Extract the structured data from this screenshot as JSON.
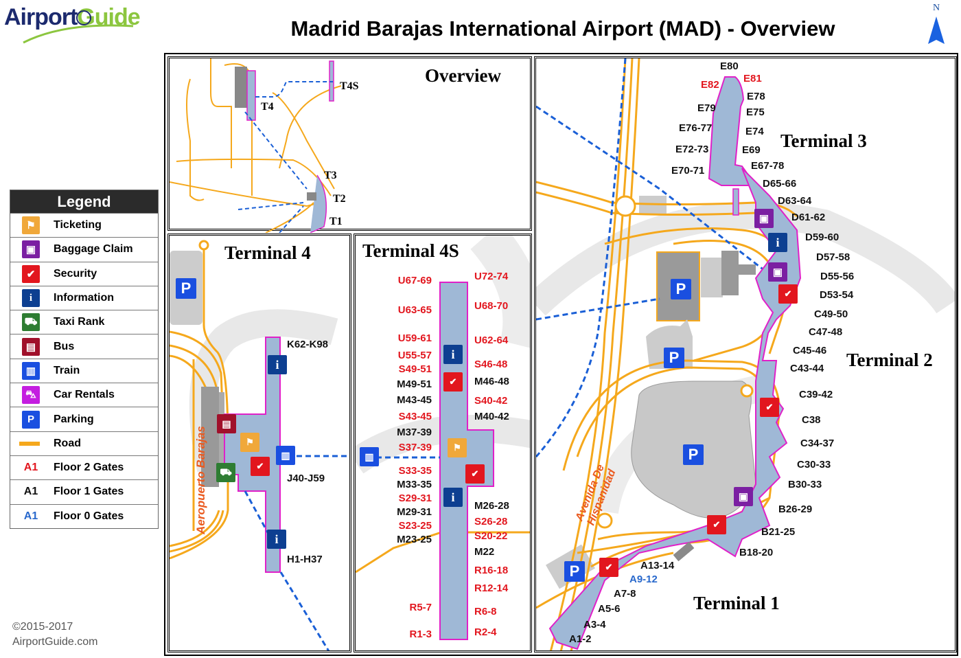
{
  "header": {
    "logo_part1": "Airport",
    "logo_part2": "Guide",
    "title": "Madrid Barajas International Airport (MAD) - Overview",
    "compass_label": "N"
  },
  "colors": {
    "terminal_fill": "#9fb8d6",
    "terminal_outline": "#e020c8",
    "road": "#f5a81c",
    "rail": "#1a5fd6",
    "floor2_gate": "#e2161e",
    "floor1_gate": "#111111",
    "floor0_gate": "#2868cc"
  },
  "legend": {
    "title": "Legend",
    "items": [
      {
        "label": "Ticketing",
        "icon": "ticketing-icon",
        "color": "#f0a83a",
        "glyph": "⚑"
      },
      {
        "label": "Baggage Claim",
        "icon": "baggage-icon",
        "color": "#7b1fa2",
        "glyph": "▣"
      },
      {
        "label": "Security",
        "icon": "security-icon",
        "color": "#e2161e",
        "glyph": "✔"
      },
      {
        "label": "Information",
        "icon": "info-icon",
        "color": "#0d3f91",
        "glyph": "i"
      },
      {
        "label": "Taxi Rank",
        "icon": "taxi-icon",
        "color": "#2e7d32",
        "glyph": "⛟"
      },
      {
        "label": "Bus",
        "icon": "bus-icon",
        "color": "#a0102a",
        "glyph": "▤"
      },
      {
        "label": "Train",
        "icon": "train-icon",
        "color": "#1a4fe0",
        "glyph": "▥"
      },
      {
        "label": "Car Rentals",
        "icon": "car-rental-icon",
        "color": "#c41ee0",
        "glyph": "⛍"
      },
      {
        "label": "Parking",
        "icon": "parking-icon",
        "color": "#1a4fe0",
        "glyph": "P"
      },
      {
        "label": "Road",
        "icon": "road-icon",
        "color": "#f5a81c",
        "glyph": ""
      }
    ],
    "gate_items": [
      {
        "sample": "A1",
        "label": "Floor 2 Gates",
        "color": "#e2161e"
      },
      {
        "sample": "A1",
        "label": "Floor 1 Gates",
        "color": "#111111"
      },
      {
        "sample": "A1",
        "label": "Floor 0 Gates",
        "color": "#2868cc"
      }
    ]
  },
  "overview_panel": {
    "title": "Overview",
    "labels": [
      "T4S",
      "T4",
      "T3",
      "T2",
      "T1"
    ]
  },
  "terminal4": {
    "title": "Terminal 4",
    "road_label": "Aeropuerto Barajas",
    "gates": [
      "K62-K98",
      "J40-J59",
      "H1-H37"
    ]
  },
  "terminal4s": {
    "title": "Terminal 4S",
    "left_gates": [
      {
        "label": "U67-69",
        "floor": 2
      },
      {
        "label": "U63-65",
        "floor": 2
      },
      {
        "label": "U59-61",
        "floor": 2
      },
      {
        "label": "U55-57",
        "floor": 2
      },
      {
        "label": "S49-51",
        "floor": 2
      },
      {
        "label": "M49-51",
        "floor": 1
      },
      {
        "label": "M43-45",
        "floor": 1
      },
      {
        "label": "S43-45",
        "floor": 2
      },
      {
        "label": "M37-39",
        "floor": 1
      },
      {
        "label": "S37-39",
        "floor": 2
      },
      {
        "label": "S33-35",
        "floor": 2
      },
      {
        "label": "M33-35",
        "floor": 1
      },
      {
        "label": "S29-31",
        "floor": 2
      },
      {
        "label": "M29-31",
        "floor": 1
      },
      {
        "label": "S23-25",
        "floor": 2
      },
      {
        "label": "M23-25",
        "floor": 1
      },
      {
        "label": "R5-7",
        "floor": 2
      },
      {
        "label": "R1-3",
        "floor": 2
      }
    ],
    "right_gates": [
      {
        "label": "U72-74",
        "floor": 2
      },
      {
        "label": "U68-70",
        "floor": 2
      },
      {
        "label": "U62-64",
        "floor": 2
      },
      {
        "label": "S46-48",
        "floor": 2
      },
      {
        "label": "M46-48",
        "floor": 1
      },
      {
        "label": "S40-42",
        "floor": 2
      },
      {
        "label": "M40-42",
        "floor": 1
      },
      {
        "label": "M26-28",
        "floor": 1
      },
      {
        "label": "S26-28",
        "floor": 2
      },
      {
        "label": "S20-22",
        "floor": 2
      },
      {
        "label": "M22",
        "floor": 1
      },
      {
        "label": "R16-18",
        "floor": 2
      },
      {
        "label": "R12-14",
        "floor": 2
      },
      {
        "label": "R6-8",
        "floor": 2
      },
      {
        "label": "R2-4",
        "floor": 2
      }
    ]
  },
  "terminals123": {
    "t3_title": "Terminal 3",
    "t2_title": "Terminal 2",
    "t1_title": "Terminal 1",
    "road_label_1": "Avenida De",
    "road_label_2": "Hispanidad",
    "gates": [
      {
        "label": "E80",
        "floor": 1
      },
      {
        "label": "E82",
        "floor": 2
      },
      {
        "label": "E81",
        "floor": 2
      },
      {
        "label": "E78",
        "floor": 1
      },
      {
        "label": "E79",
        "floor": 1
      },
      {
        "label": "E75",
        "floor": 1
      },
      {
        "label": "E76-77",
        "floor": 1
      },
      {
        "label": "E74",
        "floor": 1
      },
      {
        "label": "E72-73",
        "floor": 1
      },
      {
        "label": "E69",
        "floor": 1
      },
      {
        "label": "E70-71",
        "floor": 1
      },
      {
        "label": "E67-78",
        "floor": 1
      },
      {
        "label": "D65-66",
        "floor": 1
      },
      {
        "label": "D63-64",
        "floor": 1
      },
      {
        "label": "D61-62",
        "floor": 1
      },
      {
        "label": "D59-60",
        "floor": 1
      },
      {
        "label": "D57-58",
        "floor": 1
      },
      {
        "label": "D55-56",
        "floor": 1
      },
      {
        "label": "D53-54",
        "floor": 1
      },
      {
        "label": "C49-50",
        "floor": 1
      },
      {
        "label": "C47-48",
        "floor": 1
      },
      {
        "label": "C45-46",
        "floor": 1
      },
      {
        "label": "C43-44",
        "floor": 1
      },
      {
        "label": "C39-42",
        "floor": 1
      },
      {
        "label": "C38",
        "floor": 1
      },
      {
        "label": "C34-37",
        "floor": 1
      },
      {
        "label": "C30-33",
        "floor": 1
      },
      {
        "label": "B30-33",
        "floor": 1
      },
      {
        "label": "B26-29",
        "floor": 1
      },
      {
        "label": "B21-25",
        "floor": 1
      },
      {
        "label": "B18-20",
        "floor": 1
      },
      {
        "label": "A13-14",
        "floor": 1
      },
      {
        "label": "A9-12",
        "floor": 0
      },
      {
        "label": "A7-8",
        "floor": 1
      },
      {
        "label": "A5-6",
        "floor": 1
      },
      {
        "label": "A3-4",
        "floor": 1
      },
      {
        "label": "A1-2",
        "floor": 1
      }
    ]
  },
  "footer": {
    "copyright": "©2015-2017",
    "site": "AirportGuide.com"
  }
}
